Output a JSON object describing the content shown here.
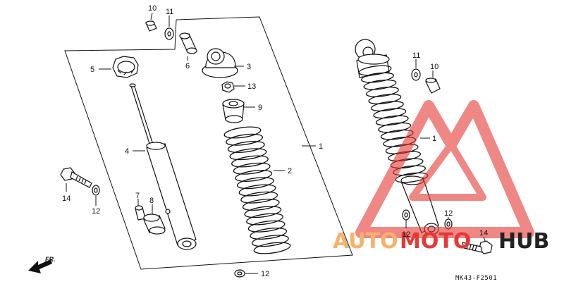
{
  "diagram": {
    "code": "MK43-F2501",
    "direction_label": "FR.",
    "callouts": {
      "c10a": "10",
      "c11a": "11",
      "c6": "6",
      "c3": "3",
      "c5": "5",
      "c13": "13",
      "c9": "9",
      "c1a": "1",
      "c4": "4",
      "c2": "2",
      "c14a": "14",
      "c12a": "12",
      "c7": "7",
      "c8": "8",
      "c12c": "12",
      "c11b": "11",
      "c10b": "10",
      "c1b": "1",
      "c12b": "12",
      "c12d": "12",
      "c14b": "14"
    }
  },
  "watermark": {
    "word_a": "AUTO",
    "word_b": "MOTO",
    "word_c": "HUB",
    "colors": {
      "accent": "#f6b26b",
      "brand": "#e53935",
      "dark": "#222222"
    }
  }
}
